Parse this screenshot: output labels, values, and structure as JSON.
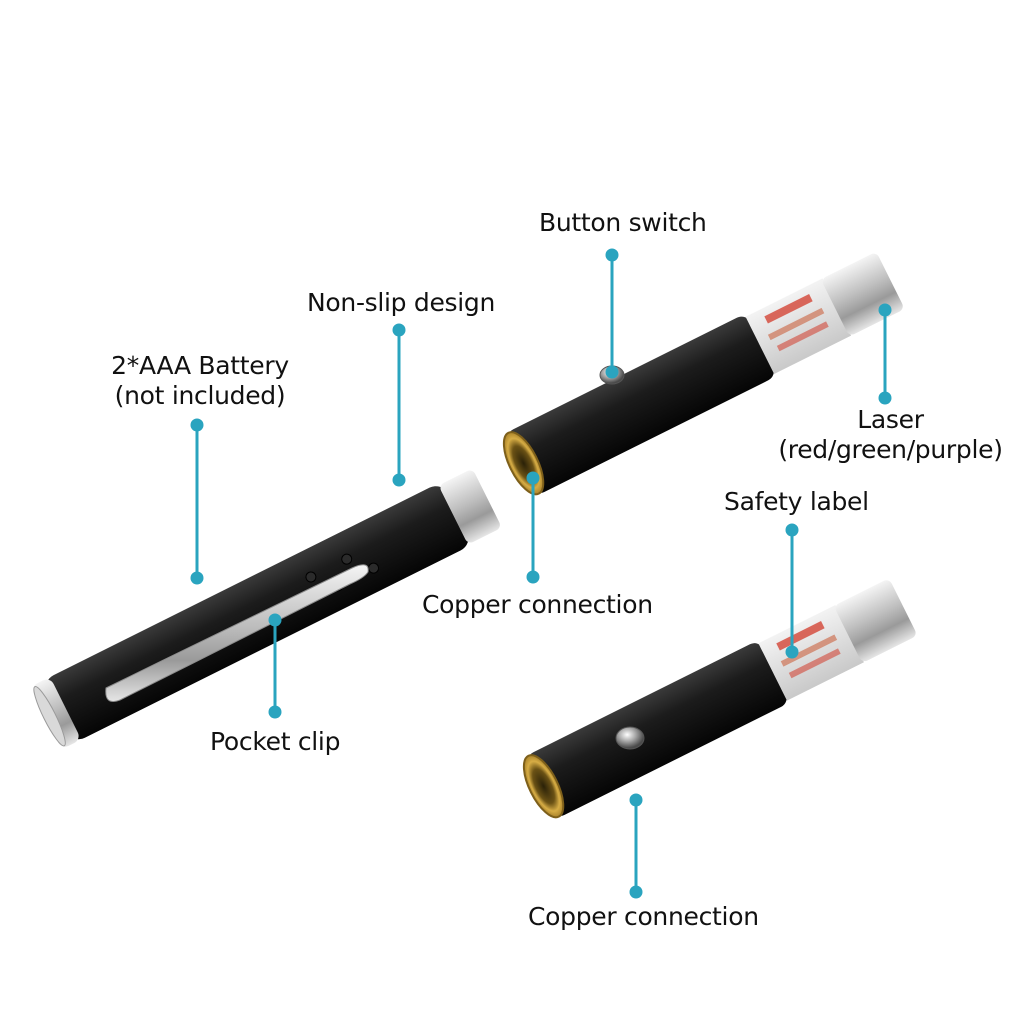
{
  "labels": {
    "button_switch": "Button switch",
    "non_slip": "Non-slip design",
    "battery_line1": "2*AAA Battery",
    "battery_line2": "(not included)",
    "laser_line1": "Laser",
    "laser_line2": "(red/green/purple)",
    "safety_label": "Safety label",
    "copper_connection_upper": "Copper connection",
    "pocket_clip": "Pocket clip",
    "copper_connection_lower": "Copper connection"
  },
  "colors": {
    "callout": "#2aa4bf",
    "body": "#151515",
    "chrome": "#d8d8d8",
    "copper": "#c69a34",
    "laser_label_red": "#d23a2a"
  }
}
